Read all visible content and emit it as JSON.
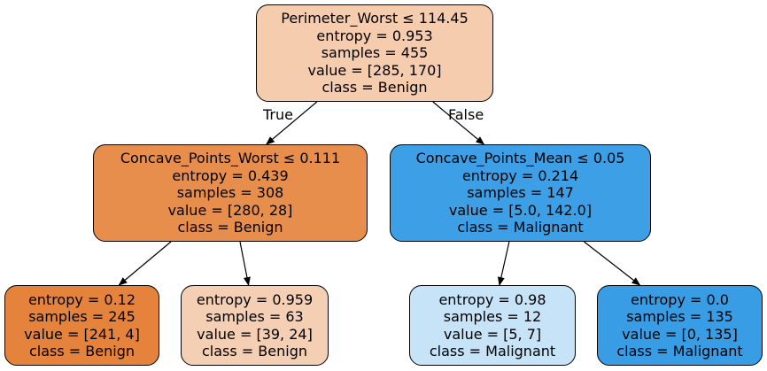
{
  "tree": {
    "nodes": [
      {
        "id": "n0",
        "lines": [
          "Perimeter_Worst ≤ 114.45",
          "entropy = 0.953",
          "samples = 455",
          "value = [285, 170]",
          "class = Benign"
        ],
        "fill": "#f6ccaf"
      },
      {
        "id": "n1",
        "lines": [
          "Concave_Points_Worst ≤ 0.111",
          "entropy = 0.439",
          "samples = 308",
          "value = [280, 28]",
          "class = Benign"
        ],
        "fill": "#e88e4d"
      },
      {
        "id": "n2",
        "lines": [
          "Concave_Points_Mean ≤ 0.05",
          "entropy = 0.214",
          "samples = 147",
          "value = [5.0, 142.0]",
          "class = Malignant"
        ],
        "fill": "#3d9fe6"
      },
      {
        "id": "n3",
        "lines": [
          "entropy = 0.12",
          "samples = 245",
          "value = [241, 4]",
          "class = Benign"
        ],
        "fill": "#e5833c"
      },
      {
        "id": "n4",
        "lines": [
          "entropy = 0.959",
          "samples = 63",
          "value = [39, 24]",
          "class = Benign"
        ],
        "fill": "#f5cfb3"
      },
      {
        "id": "n5",
        "lines": [
          "entropy = 0.98",
          "samples = 12",
          "value = [5, 7]",
          "class = Malignant"
        ],
        "fill": "#c6e3f8"
      },
      {
        "id": "n6",
        "lines": [
          "entropy = 0.0",
          "samples = 135",
          "value = [0, 135]",
          "class = Malignant"
        ],
        "fill": "#399de5"
      }
    ],
    "edges": [
      {
        "from": "n0",
        "to": "n1"
      },
      {
        "from": "n0",
        "to": "n2"
      },
      {
        "from": "n1",
        "to": "n3"
      },
      {
        "from": "n1",
        "to": "n4"
      },
      {
        "from": "n2",
        "to": "n5"
      },
      {
        "from": "n2",
        "to": "n6"
      }
    ],
    "branch_labels": {
      "true_label": "True",
      "false_label": "False"
    },
    "colors": {
      "border": "#000000",
      "edge": "#000000",
      "text": "#000000"
    }
  }
}
